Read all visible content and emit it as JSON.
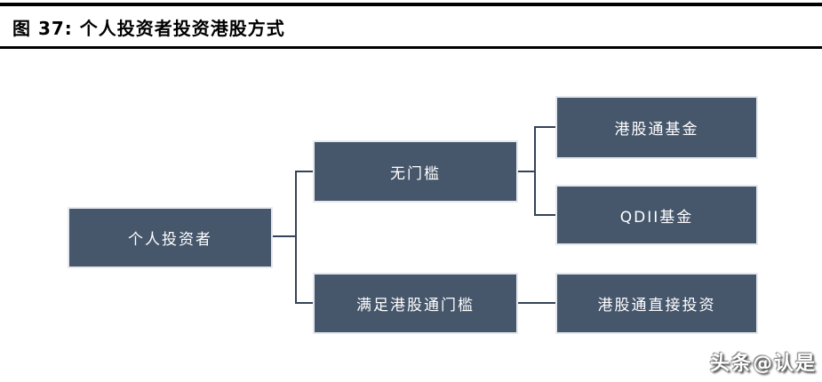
{
  "figure": {
    "title": "图 37:  个人投资者投资港股方式"
  },
  "diagram": {
    "type": "tree",
    "nodes": [
      {
        "id": "investor",
        "label": "个人投资者"
      },
      {
        "id": "no-threshold",
        "label": "无门槛"
      },
      {
        "id": "meet-threshold",
        "label": "满足港股通门槛"
      },
      {
        "id": "hkconnect-fund",
        "label": "港股通基金"
      },
      {
        "id": "qdii-fund",
        "label": "QDII基金"
      },
      {
        "id": "hkconnect-direct",
        "label": "港股通直接投资"
      }
    ],
    "edges": [
      {
        "from": "investor",
        "to": "no-threshold"
      },
      {
        "from": "investor",
        "to": "meet-threshold"
      },
      {
        "from": "no-threshold",
        "to": "hkconnect-fund"
      },
      {
        "from": "no-threshold",
        "to": "qdii-fund"
      },
      {
        "from": "meet-threshold",
        "to": "hkconnect-direct"
      }
    ],
    "colors": {
      "node_fill": "#46566b",
      "node_border": "#e5e8ef",
      "node_text": "#ffffff",
      "edge_color": "#344357",
      "rule_color": "#000000"
    }
  },
  "watermark": {
    "text": "头条@认是"
  }
}
